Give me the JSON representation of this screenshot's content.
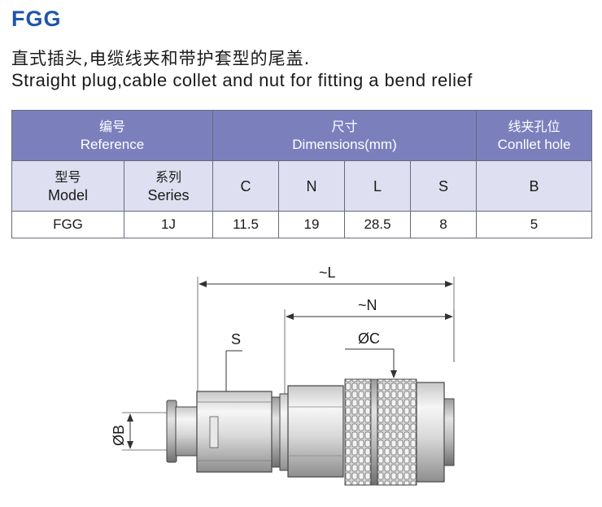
{
  "title": "FGG",
  "subtitle_cn": "直式插头,电缆线夹和带护套型的尾盖.",
  "subtitle_en": "Straight plug,cable collet and nut for fitting a bend relief",
  "table": {
    "group_headers": [
      {
        "cn": "编号",
        "en": "Reference"
      },
      {
        "cn": "尺寸",
        "en": "Dimensions(mm)"
      },
      {
        "cn": "线夹孔位",
        "en": "Conllet hole"
      }
    ],
    "sub_headers": [
      {
        "cn": "型号",
        "en": "Model"
      },
      {
        "cn": "系列",
        "en": "Series"
      },
      {
        "cn": "",
        "en": "C"
      },
      {
        "cn": "",
        "en": "N"
      },
      {
        "cn": "",
        "en": "L"
      },
      {
        "cn": "",
        "en": "S"
      },
      {
        "cn": "",
        "en": "B"
      }
    ],
    "row": [
      "FGG",
      "1J",
      "11.5",
      "19",
      "28.5",
      "8",
      "5"
    ]
  },
  "drawing": {
    "label_L": "~L",
    "label_N": "~N",
    "label_C": "ØC",
    "label_S": "S",
    "label_B": "ØB"
  }
}
